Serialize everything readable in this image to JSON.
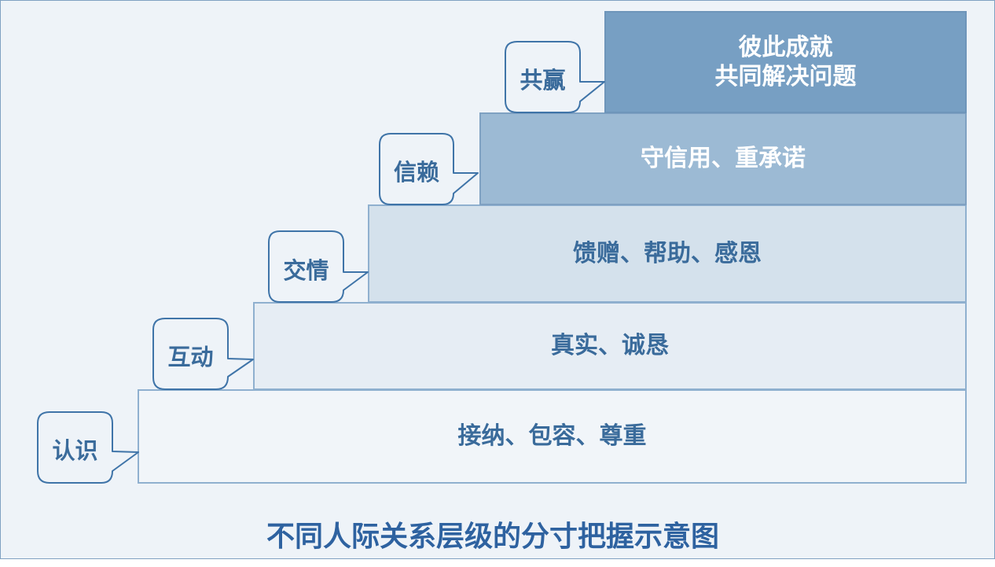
{
  "steps": [
    {
      "level": "认识",
      "text": "接纳、包容、尊重"
    },
    {
      "level": "互动",
      "text": "真实、诚恳"
    },
    {
      "level": "交情",
      "text": "馈赠、帮助、感恩"
    },
    {
      "level": "信赖",
      "text": "守信用、重承诺"
    },
    {
      "level": "共赢",
      "text": "彼此成就\n共同解决问题"
    }
  ],
  "caption": "不同人际关系层级的分寸把握示意图"
}
